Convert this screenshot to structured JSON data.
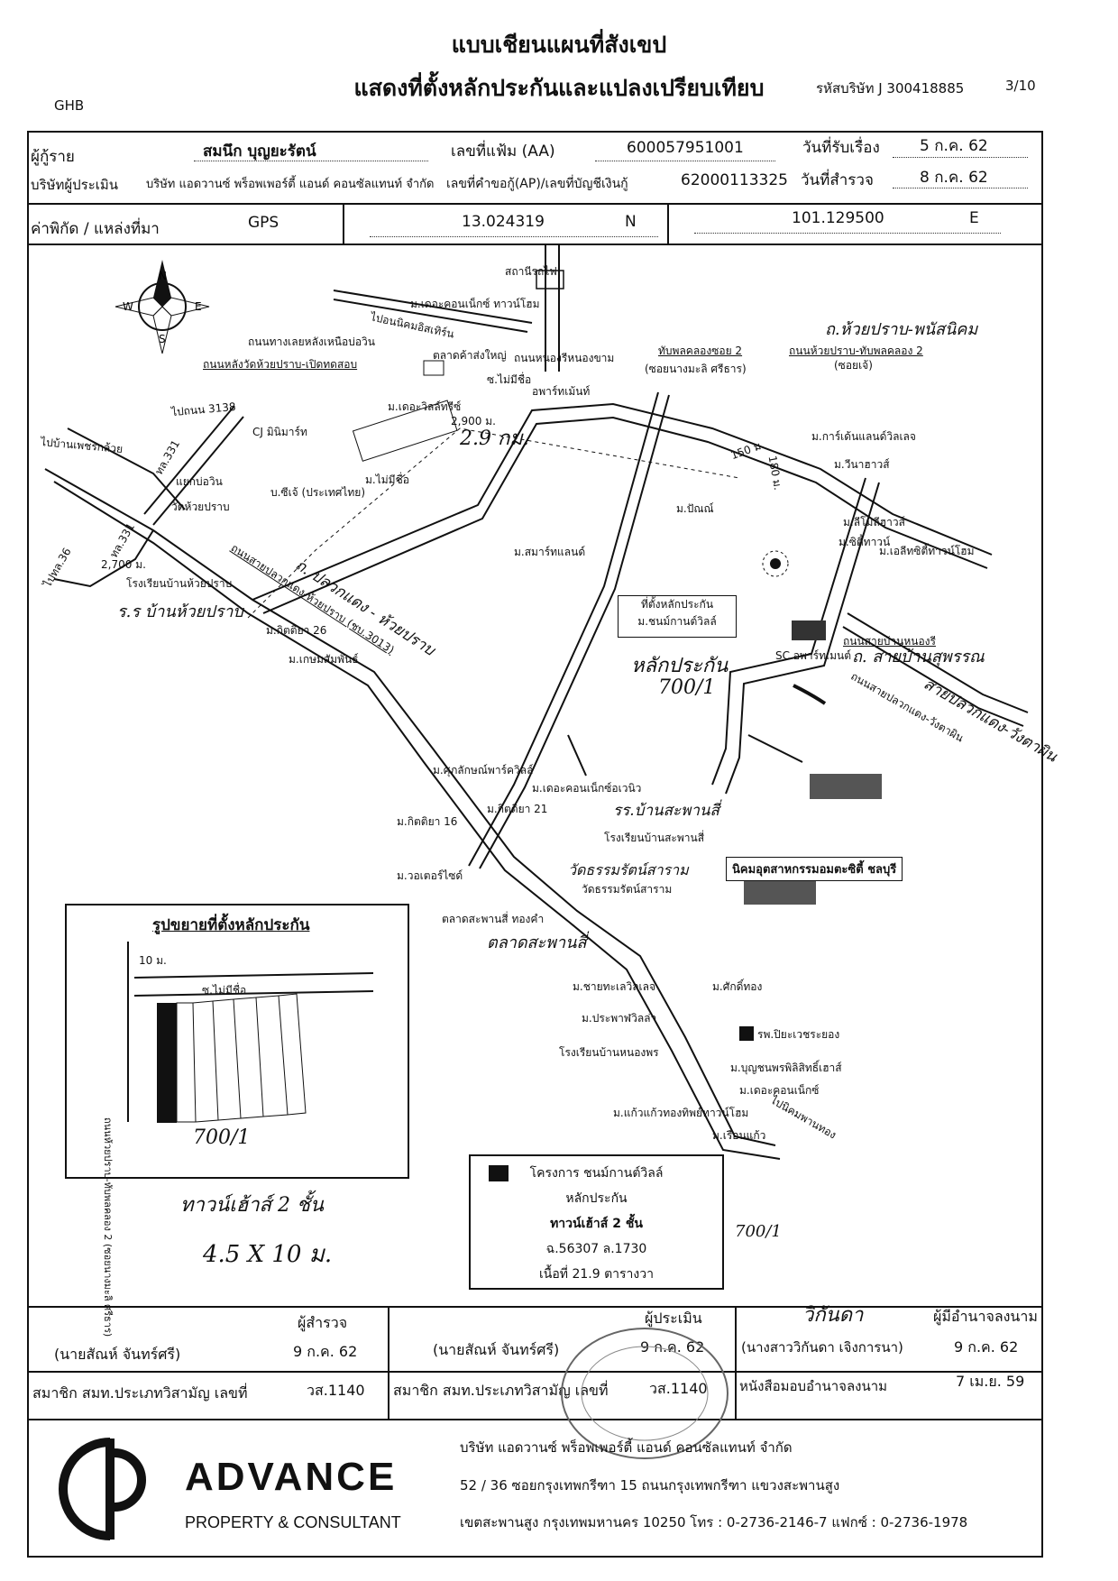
{
  "header": {
    "title": "แบบเชียนแผนที่สังเขป",
    "subtitle": "แสดงที่ตั้งหลักประกันและแปลงเปรียบเทียบ",
    "ghb": "GHB",
    "company_code": "รหัสบริษัท J 300418885",
    "page": "3/10"
  },
  "info": {
    "borrower_label": "ผู้กู้ราย",
    "borrower_name": "สมนึก  บุญยะรัตน์",
    "file_no_label": "เลขที่แฟ้ม (AA)",
    "file_no": "600057951001",
    "received_label": "วันที่รับเรื่อง",
    "received_date": "5 ก.ค. 62",
    "appraiser_label": "บริษัทผู้ประเมิน",
    "appraiser_name": "บริษัท แอดวานซ์ พร็อพเพอร์ตี้ แอนด์ คอนซัลแทนท์ จำกัด",
    "request_no_label": "เลขที่คำขอกู้(AP)/เลขที่บัญชีเงินกู้",
    "request_no": "62000113325",
    "survey_label": "วันที่สำรวจ",
    "survey_date": "8 ก.ค. 62",
    "coord_label": "ค่าพิกัด / แหล่งที่มา",
    "coord_source": "GPS",
    "lat": "13.024319",
    "lat_dir": "N",
    "lon": "101.129500",
    "lon_dir": "E"
  },
  "map": {
    "labels": {
      "reservoir": "สถานีรถไฟ",
      "the_connect_home": "ม.เดอะคอนเน็กซ์ ทาวน์โฮม",
      "to_ban_bueng": "ไปอนนิคมอิสเทิร์น",
      "nongprue_road": "ถนนหนองรีหนองขาม",
      "lawn_village": "ถนนทางเลยหลังเหนือบ่อวิน",
      "chan_shop": "ตลาดค้าส่งใหญ่",
      "villa_street": "ซ.ไม่มีชื่อ",
      "apartment": "อพาร์ทเม้นท์",
      "wat_road": "ถนนหลังวัดห้วยปราบ-เปิดทดสอบ",
      "town_ma": "ม.เดอะวิลล์ทรีซ์",
      "cj_mart": "CJ มินิมาร์ท",
      "to_bangkok": "ไปบ้านเพชรกล้วย",
      "to_3138": "ไปถนน 3138",
      "baw_win": "แยกบ่อวิน",
      "wat_huaprab": "วัดห้วยปราบ",
      "rd_331_a": "ทล.331",
      "rd_331_b": "ทล.331",
      "to_36": "ไปทล.36",
      "dist_2700": "2,700 ม.",
      "school_huaprab": "โรงเรียนบ้านห้วยปราบ",
      "hand_school": "ร.ร บ้านห้วยปราบ",
      "m_kittiya26": "ม.กิตติยา 26",
      "m_kasem": "ม.เกษมสัมพันธ์",
      "m_mai_mee": "ม.ไม่มีชื่อ",
      "m_baan": "บ.ซีเจ้ (ประเทศไทย)",
      "main_road": "ถนนสายปลวกแดง-ห้วยปราบ (ชบ.3013)",
      "hand_road": "ถ. ปลวกแดง - ห้วยปราบ",
      "dist_2900": "2,900 ม.",
      "hand_29": "2.9 กม.",
      "dist_150": "150 ม.",
      "dist_180": "180 ม.",
      "m_sun": "ม.สมาร์ทแลนด์",
      "m_pun": "ม.ปัณณ์",
      "hand_huaprab": "ถ.ห้วยปราบ-พนัสนิคม",
      "ban_a": "ทับพลคลองซอย 2",
      "ban_b": "(ซอยนางมะลิ ศรีธาร)",
      "road_c": "ถนนห้วยปราบ-ทับพลคลอง 2",
      "road_c2": "(ซอยเจ้)",
      "mark_2": "ม.การ์เด้นแลนด์วิลเลจ",
      "m_vina": "ม.วีนาฮาวส์",
      "m_lamoo": "ม.ลีโมลีฮาวส์",
      "m_sittan": "ม.ซิตี้ทาวน์",
      "m_elite": "ม.เอลีทซิตี้ทาวน์โฮม",
      "sc_apt": "SC อพาร์ทเมนต์",
      "road_mob": "ถนนสายบ้านหนองรี",
      "hand_road2": "ถ. สายบ้านสุพรรณ",
      "road_sai": "ถนนสายปลวกแดง-วังตาผิน",
      "hand_road3": "สายปลวกแดง-วังตาผิน",
      "collateral_box_1": "ที่ตั้งหลักประกัน",
      "collateral_box_2": "ม.ชนม์กานต์วิลล์",
      "hand_collateral": "หลักประกัน",
      "hand_700": "700/1",
      "m_supak": "ม.ศุภลักษณ์พาร์ควิลล์",
      "m_kittiya21": "ม.กิตติยา 21",
      "m_dekosa": "ม.เดอะคอนเน็กซ์อเวนิว",
      "m_kittiya16": "ม.กิตติยา 16",
      "hand_school2": "รร.บ้านสะพานสี่",
      "school_saphan": "โรงเรียนบ้านสะพานสี่",
      "m_water": "ม.วอเตอร์ไซด์",
      "hand_wat": "วัดธรรมรัตน์สาราม",
      "wat_dharma": "วัดธรรมรัตน์สาราม",
      "market": "ตลาดสะพานสี่ ทองคำ",
      "hand_market": "ตลาดสะพานสี่",
      "industrial": "นิคมอุตสาหกรรมอมตะซิตี้ ชลบุรี",
      "m_chanth": "ม.ชายทะเลวิลเลจ",
      "m_thong": "ม.ศักดิ์ทอง",
      "m_prachak": "ม.ประพาฬวิลล่า",
      "hospital": "รพ.ปิยะเวชระยอง",
      "school_nong": "โรงเรียนบ้านหนองพร",
      "m_nong": "ม.บุญชนพรพิลิสิทธิ์เฮาส์",
      "m_deko": "ม.เดอะคอนเน็กซ์",
      "m_kaew": "ม.แก้วแก้วทองทิพย์ทาวน์โฮม",
      "m_rean": "ม.เรือนแก้ว",
      "to_nikom": "ไปนิคมพานทอง"
    }
  },
  "inset": {
    "title": "รูปขยายที่ตั้งหลักประกัน",
    "road_left": "ถนนห้วยปราบ-ทับพลคลอง 2 (ซอยนางมะลิ ศรีธาร)",
    "soi": "ซ.ไม่มีชื่อ",
    "dist": "10 ม.",
    "hand_no": "700/1",
    "hand_type": "ทาวน์เฮ้าส์ 2 ชั้น",
    "hand_size": "4.5 X 10 ม."
  },
  "legend": {
    "line1": "โครงการ ชนม์กานต์วิลล์",
    "line2": "หลักประกัน",
    "line3": "ทาวน์เฮ้าส์ 2 ชั้น",
    "line4": "ฉ.56307 ล.1730",
    "line5": "เนื้อที่ 21.9 ตารางวา",
    "hand_no": "700/1"
  },
  "signatures": {
    "surveyor_label": "ผู้สำรวจ",
    "surveyor_name": "(นายสัณห์  จันทร์ศรี)",
    "surveyor_date": "9 ก.ค. 62",
    "member_label": "สมาชิก สมท.ประเภทวิสามัญ เลขที่",
    "member_no": "วส.1140",
    "appraiser_label": "ผู้ประเมิน",
    "appraiser_name": "(นายสัณห์  จันทร์ศรี)",
    "appraiser_date": "9 ก.ค. 62",
    "appraiser_member_label": "สมาชิก สมท.ประเภทวิสามัญ เลขที่",
    "appraiser_member_no": "วส.1140",
    "authorized_label": "ผู้มีอำนาจลงนาม",
    "authorized_name": "(นางสาววิกันดา  เจิงการนา)",
    "authorized_date": "9 ก.ค. 62",
    "auth_doc_label": "หนังสือมอบอำนาจลงนาม",
    "auth_doc_date": "7 เม.ย. 59",
    "sig_hand": "วิกันดา"
  },
  "company": {
    "brand": "ADVANCE",
    "tagline": "PROPERTY & CONSULTANT",
    "name": "บริษัท  แอดวานซ์ พร็อพเพอร์ตี้ แอนด์ คอนซัลแทนท์ จำกัด",
    "address1": "52 / 36  ซอยกรุงเทพกรีฑา 15  ถนนกรุงเทพกรีฑา  แขวงสะพานสูง",
    "address2": "เขตสะพานสูง  กรุงเทพมหานคร  10250   โทร : 0-2736-2146-7  แฟกซ์ : 0-2736-1978"
  }
}
